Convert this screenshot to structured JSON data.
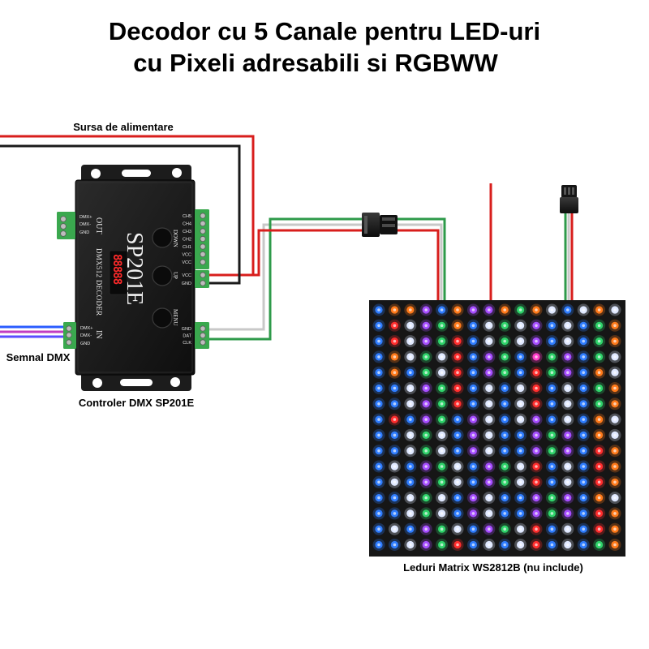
{
  "title": {
    "line1": "Decodor cu 5 Canale pentru LED-uri",
    "line2": "cu Pixeli adresabili si RGBWW"
  },
  "labels": {
    "power_supply": "Sursa de alimentare",
    "dmx_signal": "Semnal DMX",
    "controller": "Controler DMX SP201E",
    "matrix": "Leduri Matrix WS2812B (nu include)"
  },
  "controller": {
    "model": "SP201E",
    "decoder_text": "DMX512 DECODER",
    "display": "88888",
    "out_label": "OUT",
    "in_label": "IN",
    "buttons": [
      "DOWN",
      "UP",
      "MENU"
    ],
    "out_terminals": [
      "DMX+",
      "DMX-",
      "GND"
    ],
    "in_terminals": [
      "DMX+",
      "DMX-",
      "GND"
    ],
    "channel_terminals": [
      "CH5",
      "CH4",
      "CH3",
      "CH2",
      "CH1",
      "VCC",
      "VCC"
    ],
    "power_terminals": [
      "VCC",
      "GND"
    ],
    "pixel_terminals": [
      "GND",
      "DAT",
      "CLK"
    ]
  },
  "colors": {
    "wire_red": "#d81e1c",
    "wire_black": "#1a1a1a",
    "wire_green": "#2e9a4a",
    "wire_white": "#c8c8c8",
    "dmx_blue": "#2a5cff",
    "dmx_magenta": "#c23cc2",
    "dmx_violet": "#5a4cff",
    "terminal_green": "#3aa84e",
    "display_red": "#ff2a2a",
    "device_body": "#1b1b1b",
    "matrix_board": "#161616"
  },
  "matrix": {
    "palette": {
      "B": "#2f7dff",
      "O": "#ff7a1a",
      "P": "#a64dff",
      "R": "#ff2d2d",
      "W": "#dfe8ff",
      "G": "#2fd36a",
      "M": "#ff3cc8"
    },
    "rows": [
      "BOOPBOPPOGOWBWOW",
      "BRWPGOBWGWPBWBGO",
      "BRWPGRBWGWPBWBGO",
      "BOWGWRBPGBMGPBGW",
      "BOBGWRBPGBRGPBOW",
      "BBWPGRBWBWRBWBGO",
      "BBWPGRBWBWRBWBGO",
      "BRBPGBPWBWPBWBOW",
      "BBWGWBPWBBPGPBOW",
      "BBWGWBPWBBPGPBRO",
      "BWBPGWBPGWRBWBRO",
      "BWBPGWBPGWRBWBRO",
      "BBWGWBPWBBPGPBOW",
      "BBWGWBPWBBPGPBRO",
      "BWBPGWBPGWRBWBRO",
      "BBWPGRBWBWRBWBGO"
    ]
  }
}
